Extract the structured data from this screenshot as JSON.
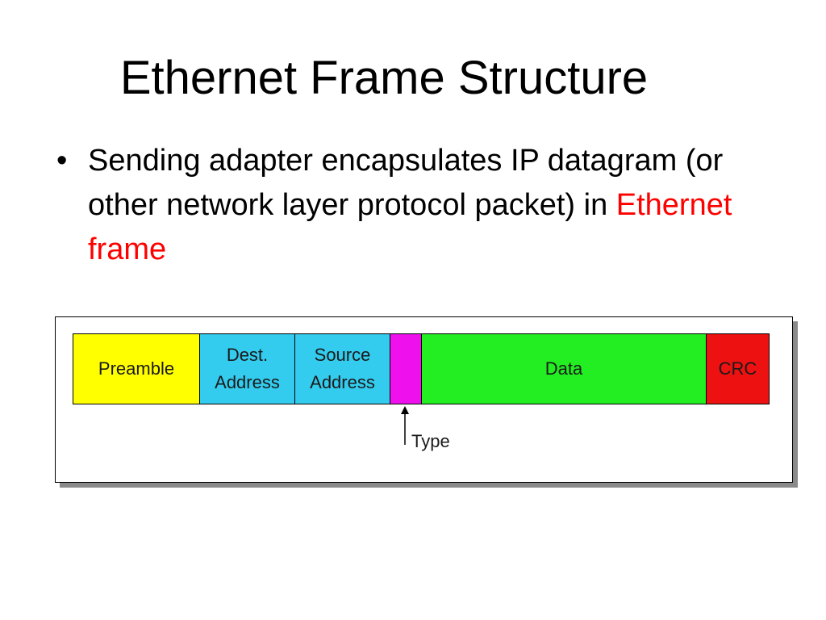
{
  "slide": {
    "title": "Ethernet Frame Structure",
    "bullets": [
      {
        "marker": "•",
        "text": "Sending adapter encapsulates IP datagram (or other network layer protocol packet) in ",
        "highlight": "Ethernet frame"
      }
    ]
  },
  "frame_diagram": {
    "fields": [
      {
        "label": "Preamble",
        "color": "#ffff00"
      },
      {
        "label": "Dest.\nAddress",
        "color": "#33ccee"
      },
      {
        "label": "Source\nAddress",
        "color": "#33ccee"
      },
      {
        "label": "",
        "color": "#ee11ee"
      },
      {
        "label": "Data",
        "color": "#22ee22"
      },
      {
        "label": "CRC",
        "color": "#ee1111"
      }
    ],
    "type_label": "Type",
    "colors": {
      "highlight_text": "#ff0000",
      "shadow": "#8a8a8a"
    }
  }
}
